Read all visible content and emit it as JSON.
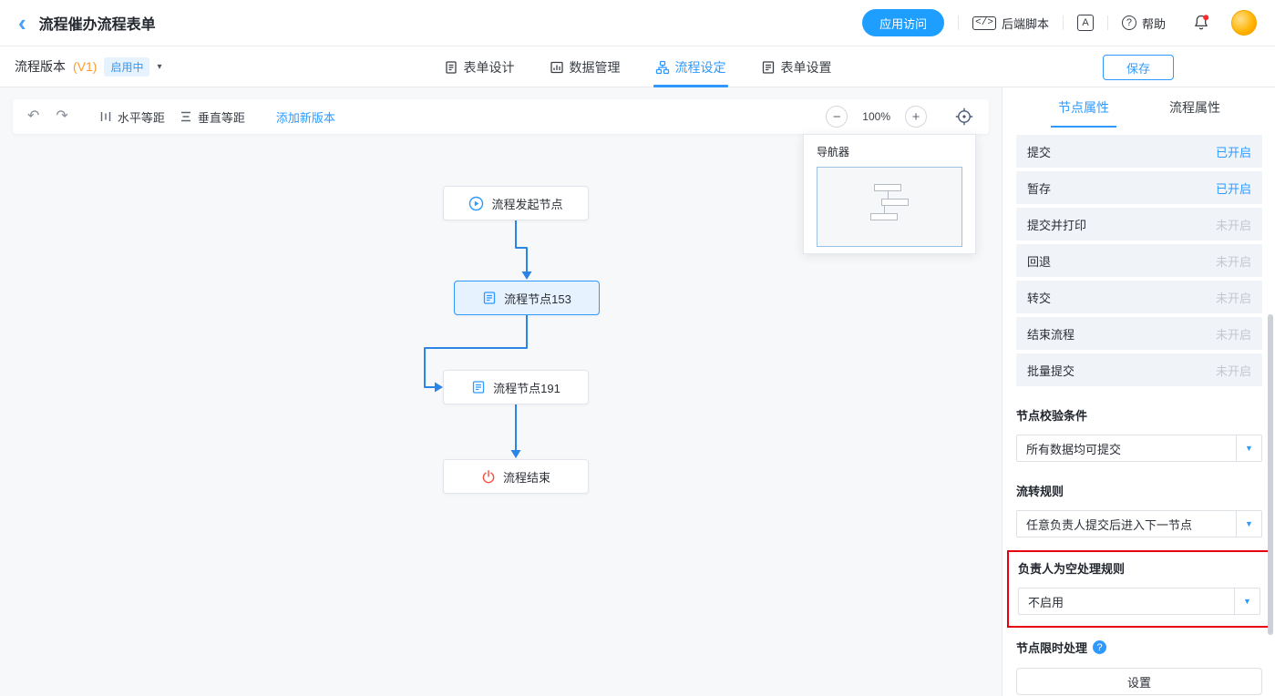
{
  "icons": {
    "back": "‹",
    "undo": "↶",
    "redo": "↷",
    "minus": "−",
    "plus": "+",
    "caret_down": "▾",
    "select_caret": "▼",
    "question": "?",
    "code": "</>",
    "api": "A"
  },
  "header": {
    "title": "流程催办流程表单",
    "app_access": "应用访问",
    "backend_script": "后端脚本",
    "help": "帮助"
  },
  "version_bar": {
    "version_label": "流程版本",
    "version_number": "(V1)",
    "status_badge": "启用中",
    "save": "保存",
    "tabs": [
      {
        "label": "表单设计"
      },
      {
        "label": "数据管理"
      },
      {
        "label": "流程设定"
      },
      {
        "label": "表单设置"
      }
    ]
  },
  "canvas": {
    "toolbar": {
      "horizontal_align": "水平等距",
      "vertical_align": "垂直等距",
      "add_version": "添加新版本",
      "zoom_level": "100%"
    },
    "navigator_title": "导航器",
    "nodes": [
      {
        "label": "流程发起节点"
      },
      {
        "label": "流程节点153"
      },
      {
        "label": "流程节点191"
      },
      {
        "label": "流程结束"
      }
    ]
  },
  "panel": {
    "tabs": [
      {
        "label": "节点属性"
      },
      {
        "label": "流程属性"
      }
    ],
    "toggles": [
      {
        "label": "提交",
        "status": "已开启"
      },
      {
        "label": "暂存",
        "status": "已开启"
      },
      {
        "label": "提交并打印",
        "status": "未开启"
      },
      {
        "label": "回退",
        "status": "未开启"
      },
      {
        "label": "转交",
        "status": "未开启"
      },
      {
        "label": "结束流程",
        "status": "未开启"
      },
      {
        "label": "批量提交",
        "status": "未开启"
      }
    ],
    "validation": {
      "label": "节点校验条件",
      "value": "所有数据均可提交"
    },
    "transfer_rule": {
      "label": "流转规则",
      "value": "任意负责人提交后进入下一节点"
    },
    "empty_owner_rule": {
      "label": "负责人为空处理规则",
      "value": "不启用"
    },
    "time_limit": {
      "label": "节点限时处理",
      "button": "设置"
    }
  },
  "colors": {
    "accent": "#2e9aff",
    "danger": "#f25643",
    "annotation": "#e60012"
  }
}
